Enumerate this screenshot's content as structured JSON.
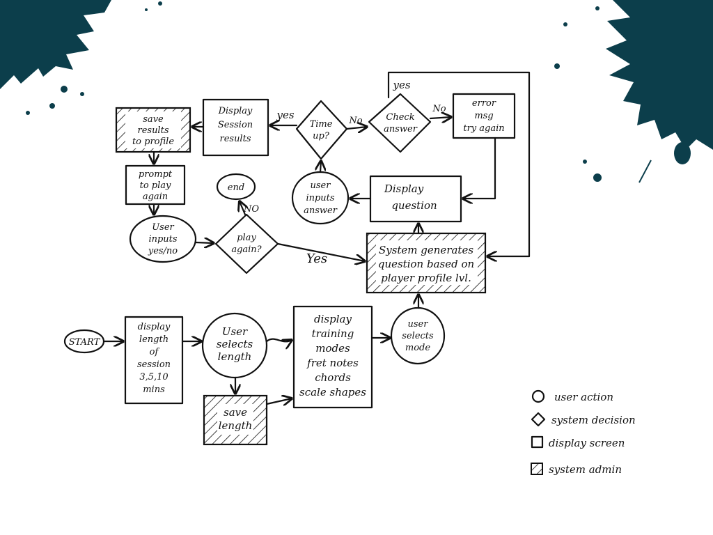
{
  "nodes": {
    "start": "START",
    "display_length": [
      "display",
      "length",
      "of",
      "session",
      "3,5,10",
      "mins"
    ],
    "user_selects_length": [
      "User",
      "selects",
      "length"
    ],
    "save_length": [
      "save",
      "length"
    ],
    "display_training_modes": [
      "display",
      "training",
      "modes",
      "fret notes",
      "chords",
      "scale shapes"
    ],
    "user_selects_mode": [
      "user",
      "selects",
      "mode"
    ],
    "system_generates_question": [
      "System generates",
      "question based on",
      "player profile lvl."
    ],
    "display_question": [
      "Display",
      "question"
    ],
    "user_inputs_answer": [
      "user",
      "inputs",
      "answer"
    ],
    "time_up": [
      "Time",
      "up?"
    ],
    "check_answer": [
      "Check",
      "answer"
    ],
    "error_msg": [
      "error",
      "msg",
      "try again"
    ],
    "display_session_results": [
      "Display",
      "Session",
      "results"
    ],
    "save_results": [
      "save",
      "results",
      "to profile"
    ],
    "prompt_play_again": [
      "prompt",
      "to play",
      "again"
    ],
    "user_inputs_yes_no": [
      "User",
      "inputs",
      "yes/no"
    ],
    "play_again": [
      "play",
      "again?"
    ],
    "end": "end"
  },
  "edge_labels": {
    "time_yes": "yes",
    "time_no": "No",
    "check_no": "No",
    "check_yes": "yes",
    "play_no": "NO",
    "play_yes": "Yes"
  },
  "legend": {
    "user_action": "user action",
    "system_decision": "system decision",
    "display_screen": "display screen",
    "system_admin": "system admin"
  },
  "colors": {
    "ink": "#111111",
    "splatter": "#0c3e4b"
  }
}
